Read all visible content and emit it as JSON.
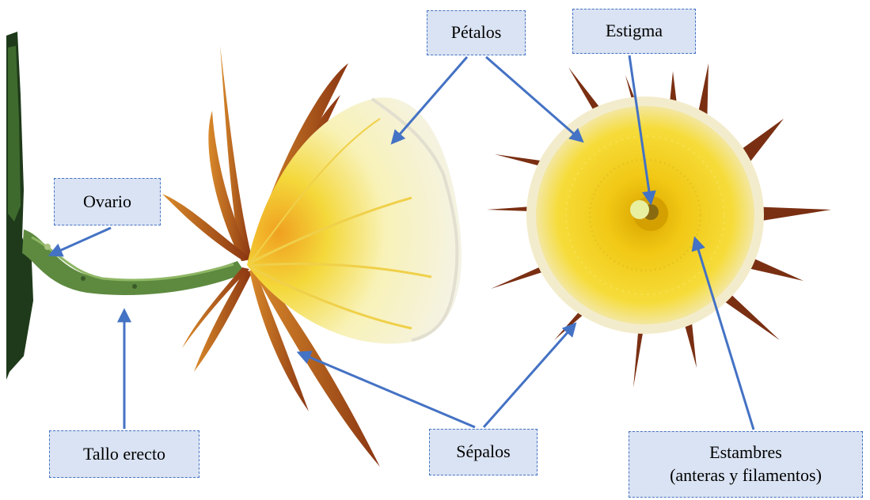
{
  "labels": {
    "petalos": "Pétalos",
    "estigma": "Estigma",
    "ovario": "Ovario",
    "tallo": "Tallo erecto",
    "sepalos": "Sépalos",
    "estambres_line1": "Estambres",
    "estambres_line2": "(anteras y filamentos)"
  },
  "colors": {
    "label_fill": "#dae3f3",
    "label_border": "#4472c4",
    "arrow": "#4472c4",
    "stem_green": "#4f7a3a",
    "petal_white": "#f4f2e8",
    "petal_yellow": "#f2d530",
    "sepal_orange": "#c86a1e",
    "sepal_brown": "#7a2f12",
    "flower_center": "#e8b800"
  }
}
